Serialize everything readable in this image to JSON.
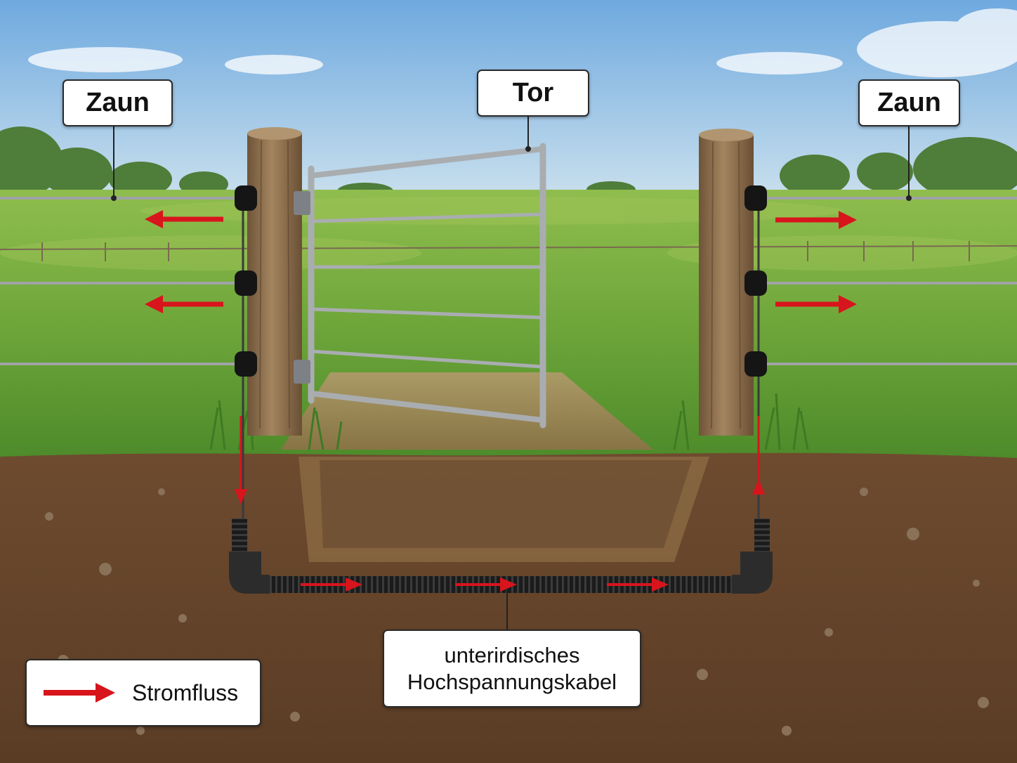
{
  "labels": {
    "fence_left": "Zaun",
    "gate": "Tor",
    "fence_right": "Zaun",
    "cable_line1": "unterirdisches",
    "cable_line2": "Hochspannungskabel"
  },
  "legend": {
    "label": "Stromfluss"
  },
  "colors": {
    "flow_arrow": "#d8141c",
    "sky": "#8cc0e8",
    "grass": "#5f9a33",
    "soil": "#6b4a30",
    "post_wood": "#8a6b4a",
    "gate_metal": "#a9adb0",
    "cable": "#1a1a1a"
  },
  "icons": {
    "legend_arrow": "red-right-arrow-icon",
    "insulator": "insulator-icon"
  }
}
